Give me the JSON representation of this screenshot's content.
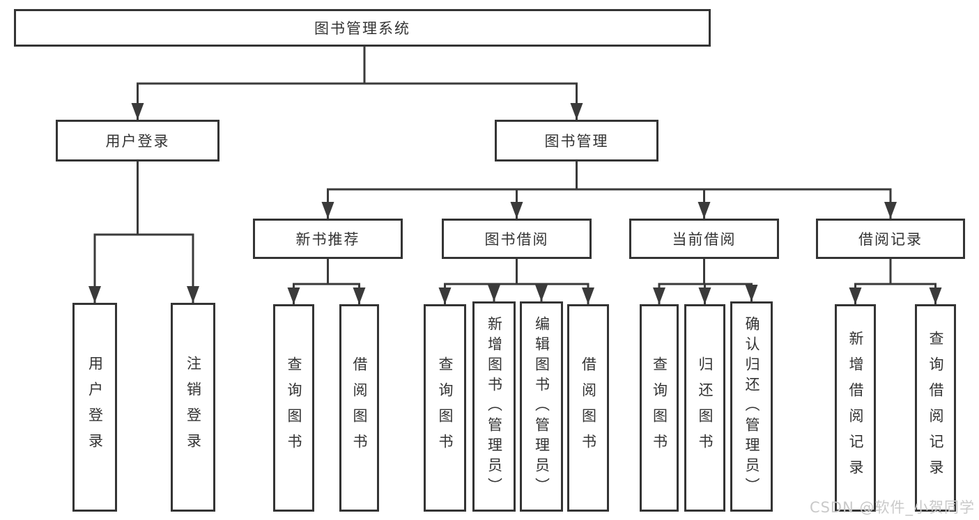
{
  "watermark": "CSDN @软件_小贺同学",
  "colors": {
    "line": "#3a3a3a",
    "border": "#343434",
    "text": "#333333",
    "watermark": "#c9c9c9",
    "background": "#ffffff"
  },
  "tree": {
    "label": "图书管理系统",
    "children": [
      {
        "label": "用户登录",
        "children": [
          {
            "label": "用户登录"
          },
          {
            "label": "注销登录"
          }
        ]
      },
      {
        "label": "图书管理",
        "children": [
          {
            "label": "新书推荐",
            "children": [
              {
                "label": "查询图书"
              },
              {
                "label": "借阅图书"
              }
            ]
          },
          {
            "label": "图书借阅",
            "children": [
              {
                "label": "查询图书"
              },
              {
                "label": "新增图书（管理员）"
              },
              {
                "label": "编辑图书（管理员）"
              },
              {
                "label": "借阅图书"
              }
            ]
          },
          {
            "label": "当前借阅",
            "children": [
              {
                "label": "查询图书"
              },
              {
                "label": "归还图书"
              },
              {
                "label": "确认归还（管理员）"
              }
            ]
          },
          {
            "label": "借阅记录",
            "children": [
              {
                "label": "新增借阅记录"
              },
              {
                "label": "查询借阅记录"
              }
            ]
          }
        ]
      }
    ]
  }
}
